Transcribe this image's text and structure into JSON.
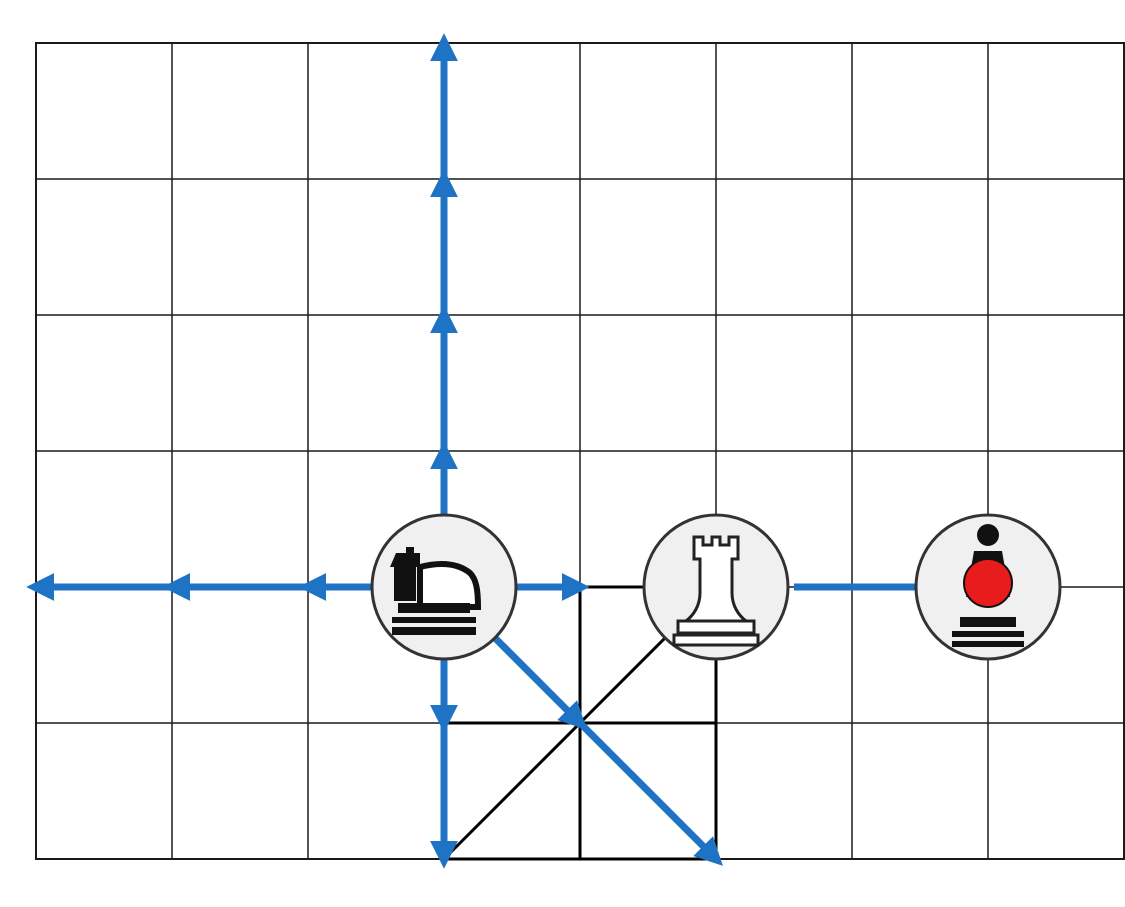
{
  "board": {
    "columns": 8,
    "rows": 6,
    "colors": {
      "grid": "#1a1a1a",
      "background": "#ffffff",
      "arrow": "#1f73c4",
      "marker": "#e81c1c"
    }
  },
  "pieces": [
    {
      "name": "chariot-horse-piece",
      "icon": "rook-horse-icon",
      "cell": [
        3,
        4
      ],
      "side": "black"
    },
    {
      "name": "rook-piece",
      "icon": "white-rook-icon",
      "cell": [
        5,
        4
      ],
      "side": "white"
    },
    {
      "name": "pawn-piece",
      "icon": "black-pawn-icon",
      "cell": [
        7,
        4
      ],
      "side": "black",
      "target_marker": "red-dot"
    }
  ],
  "moves_from": [
    3,
    4
  ],
  "move_targets": [
    [
      3,
      3
    ],
    [
      3,
      2
    ],
    [
      3,
      1
    ],
    [
      3,
      0
    ],
    [
      2,
      4
    ],
    [
      1,
      4
    ],
    [
      0,
      4
    ],
    [
      4,
      4
    ],
    [
      3,
      5
    ],
    [
      3,
      6
    ],
    [
      4,
      5
    ],
    [
      5,
      6
    ]
  ],
  "capture_arrow": {
    "from": [
      5,
      4
    ],
    "to": [
      7,
      4
    ]
  }
}
